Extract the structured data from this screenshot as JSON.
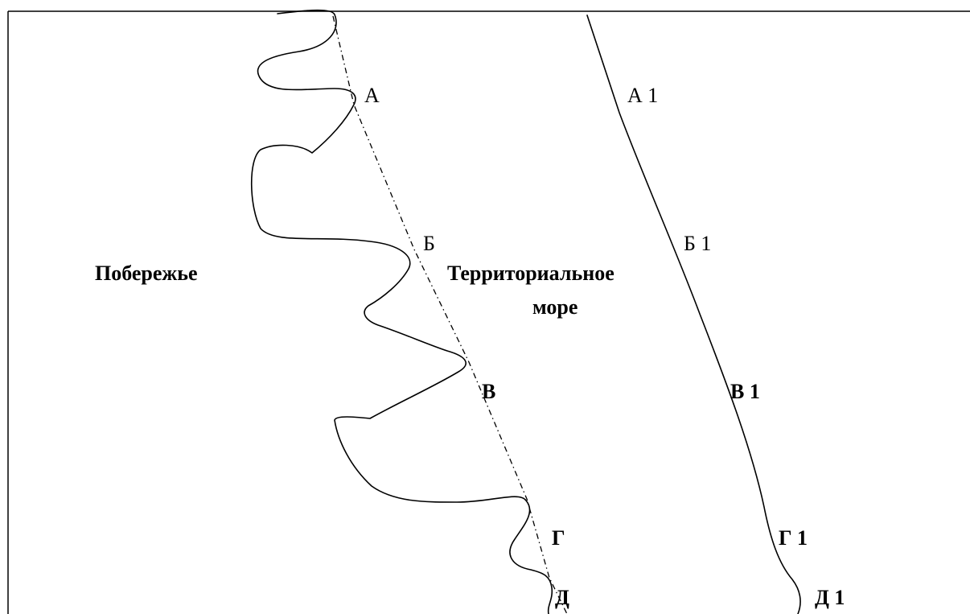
{
  "diagram": {
    "regions": {
      "coast": "Побережье",
      "territorial_sea_line1": "Территориальное",
      "territorial_sea_line2": "море"
    },
    "baseline_points": {
      "a": "А",
      "b": "Б",
      "v": "В",
      "g": "Г",
      "d": "Д"
    },
    "outer_limit_points": {
      "a1": "А 1",
      "b1": "Б 1",
      "v1": "В 1",
      "g1": "Г 1",
      "d1": "Д 1"
    }
  }
}
